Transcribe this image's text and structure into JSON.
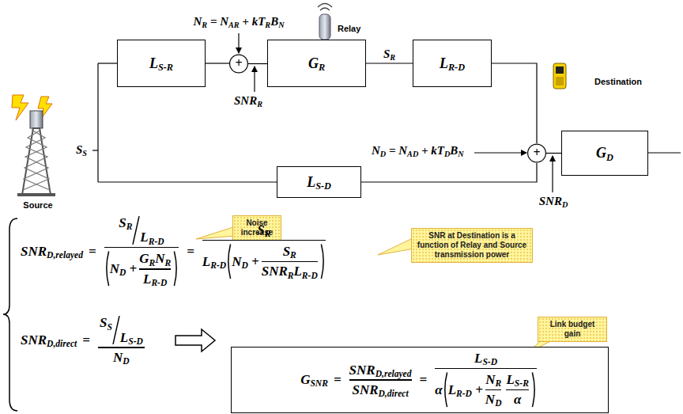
{
  "diagram": {
    "nodes": [
      {
        "text": [
          "LS-R"
        ]
      },
      {
        "text": [
          "+"
        ]
      },
      {
        "text": [
          "GR"
        ]
      },
      {
        "text": [
          "LR-D"
        ]
      },
      {
        "text": [
          "LS-D"
        ]
      },
      {
        "text": [
          "+"
        ]
      },
      {
        "text": [
          "GD"
        ]
      },
      {
        "text": [
          "Noise increase"
        ]
      },
      {
        "text": [
          "SNR at Destination is a function of Relay and Source transmission power"
        ]
      },
      {
        "text": [
          "Link budget gain"
        ]
      },
      {
        "text": [
          "GSNR",
          "=",
          "SNRD,relayed",
          "SNRD,direct",
          "=",
          "LS-D",
          "α",
          "LR-D +",
          "NR",
          "ND",
          "LS-R",
          "α"
        ]
      }
    ],
    "edges": [
      {
        "from": 0,
        "to": 1,
        "arrow": "none"
      },
      {
        "from": 1,
        "to": 2,
        "arrow": "none"
      },
      {
        "from": 2,
        "to": 3,
        "label": "SR",
        "arrow": "none"
      },
      {
        "from": 3,
        "to": 5,
        "arrow": "none"
      },
      {
        "from": 4,
        "to": 5,
        "arrow": "none"
      },
      {
        "from": 5,
        "to": 6,
        "arrow": "none"
      }
    ],
    "labels": [
      "NR = NAR + kTRBN",
      "Relay",
      "SNRR",
      "SS",
      "Source",
      "Destination",
      "ND = NAD + kTDBN",
      "SNRD",
      "SNRD,relayed",
      "=",
      "SR",
      "LR-D",
      "ND +",
      "GRNR",
      "LR-D",
      "=",
      "SR",
      "LR-D",
      "ND +",
      "SR",
      "SNRRLR-D",
      "SNRD,direct",
      "=",
      "SS",
      "LS-D",
      "ND"
    ]
  }
}
